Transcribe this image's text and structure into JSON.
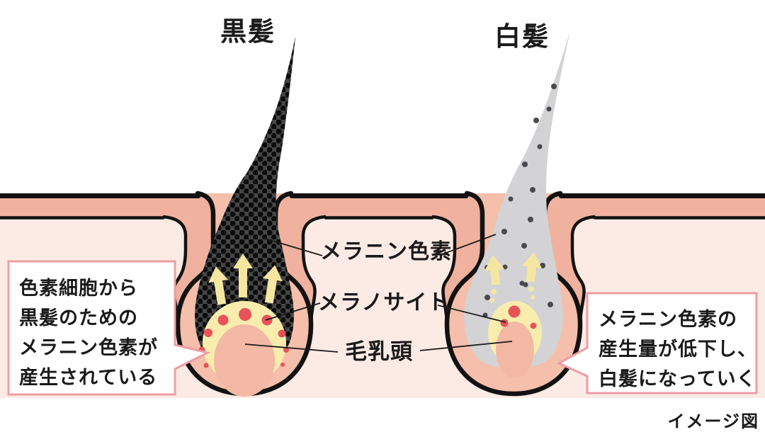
{
  "titles": {
    "black_hair": "黒髪",
    "white_hair": "白髪"
  },
  "part_labels": {
    "melanin_pigment": "メラニン色素",
    "melanocyte": "メラノサイト",
    "hair_papilla": "毛乳頭"
  },
  "callouts": {
    "left": {
      "lines": [
        "色素細胞から",
        "黒髪のための",
        "メラニン色素が",
        "産生されている"
      ]
    },
    "right": {
      "lines": [
        "メラニン色素の",
        "産生量が低下し、",
        "白髪になっていく"
      ]
    }
  },
  "caption": "イメージ図",
  "colors": {
    "outline": "#121212",
    "epidermis": "#f0b19e",
    "dermis": "#fcebe4",
    "follicle": "#f5bfab",
    "papilla": "#f3b9a5",
    "hairBlack": "#464646",
    "hairBlackDot": "#0c0c0c",
    "hairWhite": "#d3d3d5",
    "hairWhiteDot": "#4a4a4e",
    "cream": "#f9edae",
    "arrow": "#f5e7a2",
    "redDot": "#e85358",
    "bubbleBorder": "#ef9ca4",
    "text": "#1a1a1a"
  }
}
